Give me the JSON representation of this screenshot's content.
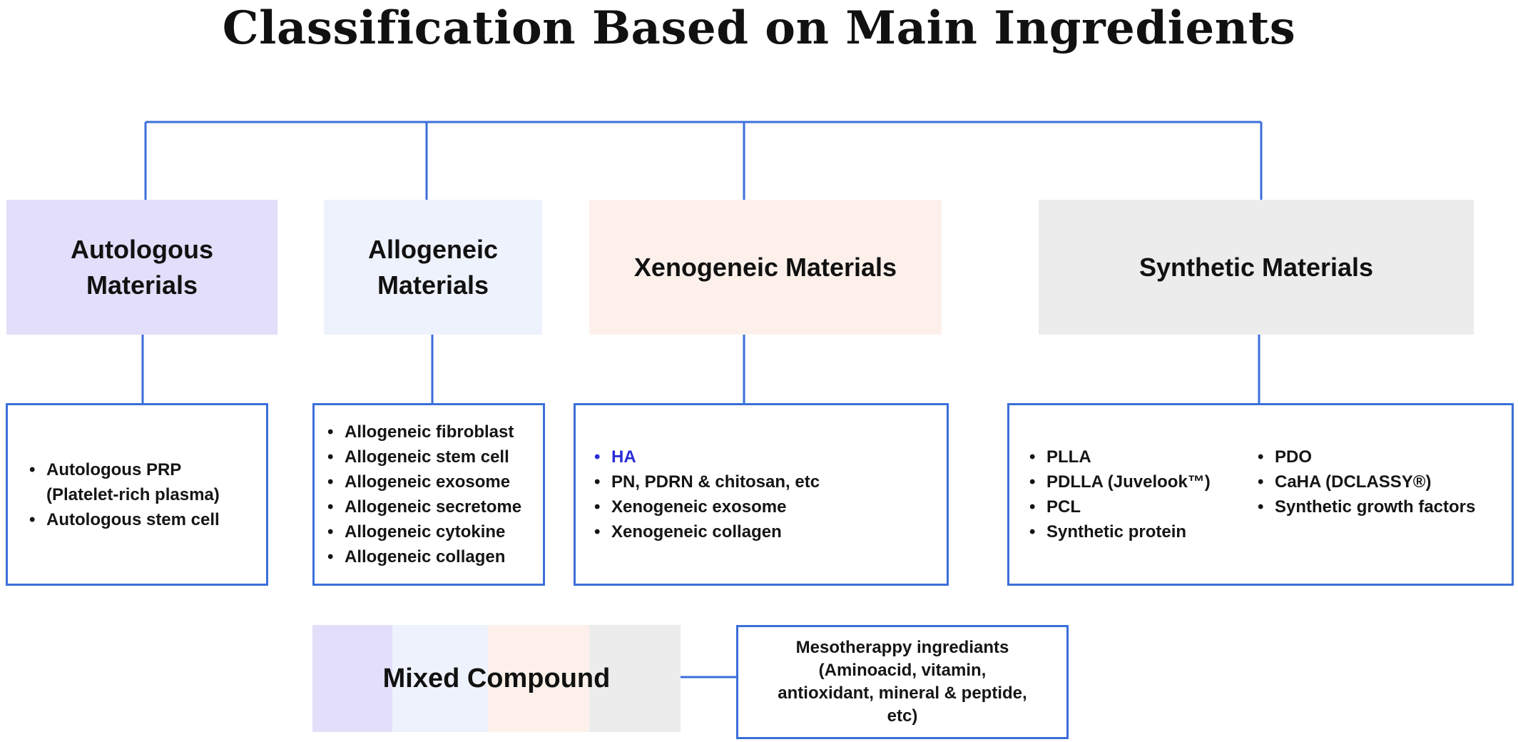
{
  "title": "Classification Based on Main Ingredients",
  "colors": {
    "connector": "#3b6fd9",
    "autologous_fill": "#e3defa",
    "allogeneic_fill": "#eef2fc",
    "xenogeneic_fill": "#fdf0ea",
    "synthetic_fill": "#ececec",
    "accent_text": "#2b2bd9"
  },
  "categories": [
    {
      "id": "autologous",
      "label_lines": [
        "Autologous",
        "Materials"
      ],
      "items": [
        "Autologous PRP",
        "(Platelet-rich plasma)",
        "Autologous stem cell"
      ]
    },
    {
      "id": "allogeneic",
      "label_lines": [
        "Allogeneic",
        "Materials"
      ],
      "items": [
        "Allogeneic fibroblast",
        "Allogeneic stem cell",
        "Allogeneic exosome",
        "Allogeneic secretome",
        "Allogeneic cytokine",
        "Allogeneic collagen"
      ]
    },
    {
      "id": "xenogeneic",
      "label_lines": [
        "Xenogeneic Materials"
      ],
      "items": [
        "HA",
        "PN, PDRN & chitosan, etc",
        "Xenogeneic exosome",
        "Xenogeneic collagen"
      ]
    },
    {
      "id": "synthetic",
      "label_lines": [
        "Synthetic Materials"
      ],
      "items_col1": [
        "PLLA",
        "PDLLA (Juvelook™)",
        "PCL",
        "Synthetic protein"
      ],
      "items_col2": [
        "PDO",
        "CaHA (DCLASSY®)",
        "Synthetic growth factors"
      ]
    }
  ],
  "mixed": {
    "label": "Mixed Compound",
    "detail_lines": [
      "Mesotherappy ingrediants",
      "(Aminoacid, vitamin,",
      "antioxidant, mineral & peptide,",
      "etc)"
    ]
  }
}
